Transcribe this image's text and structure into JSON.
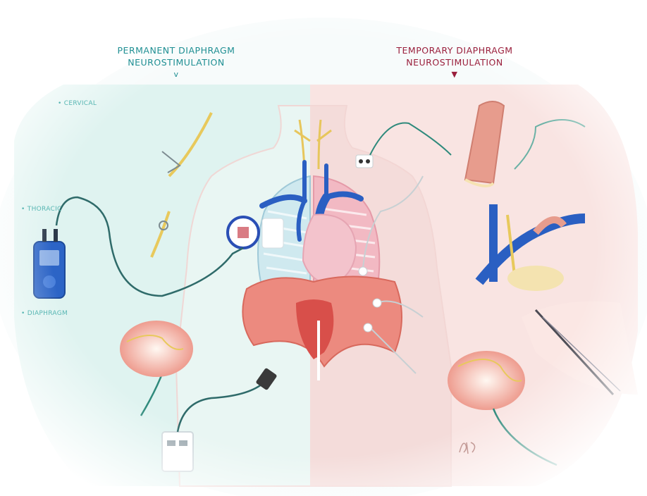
{
  "headings": {
    "permanent_line1": "PERMANENT DIAPHRAGM",
    "permanent_line2": "NEUROSTIMULATION",
    "temporary_line1": "TEMPORARY DIAPHRAGM",
    "temporary_line2": "NEUROSTIMULATION",
    "caret": "v"
  },
  "side_labels": {
    "cervical": "• CERVICAL",
    "thoracic": "• THORACIC",
    "diaphragm": "• DIAPHRAGM"
  },
  "colors": {
    "permanent_heading": "#1f8f93",
    "temporary_heading": "#9a1f3c",
    "teal_panel": "#d3efeb",
    "pink_panel": "#f6d9d7",
    "vessel_blue": "#2a5fc2",
    "diaphragm_red": "#e4756c",
    "lead_teal": "#2f8a7c",
    "device_blue": "#2c64c6"
  },
  "signature_text": "BID"
}
